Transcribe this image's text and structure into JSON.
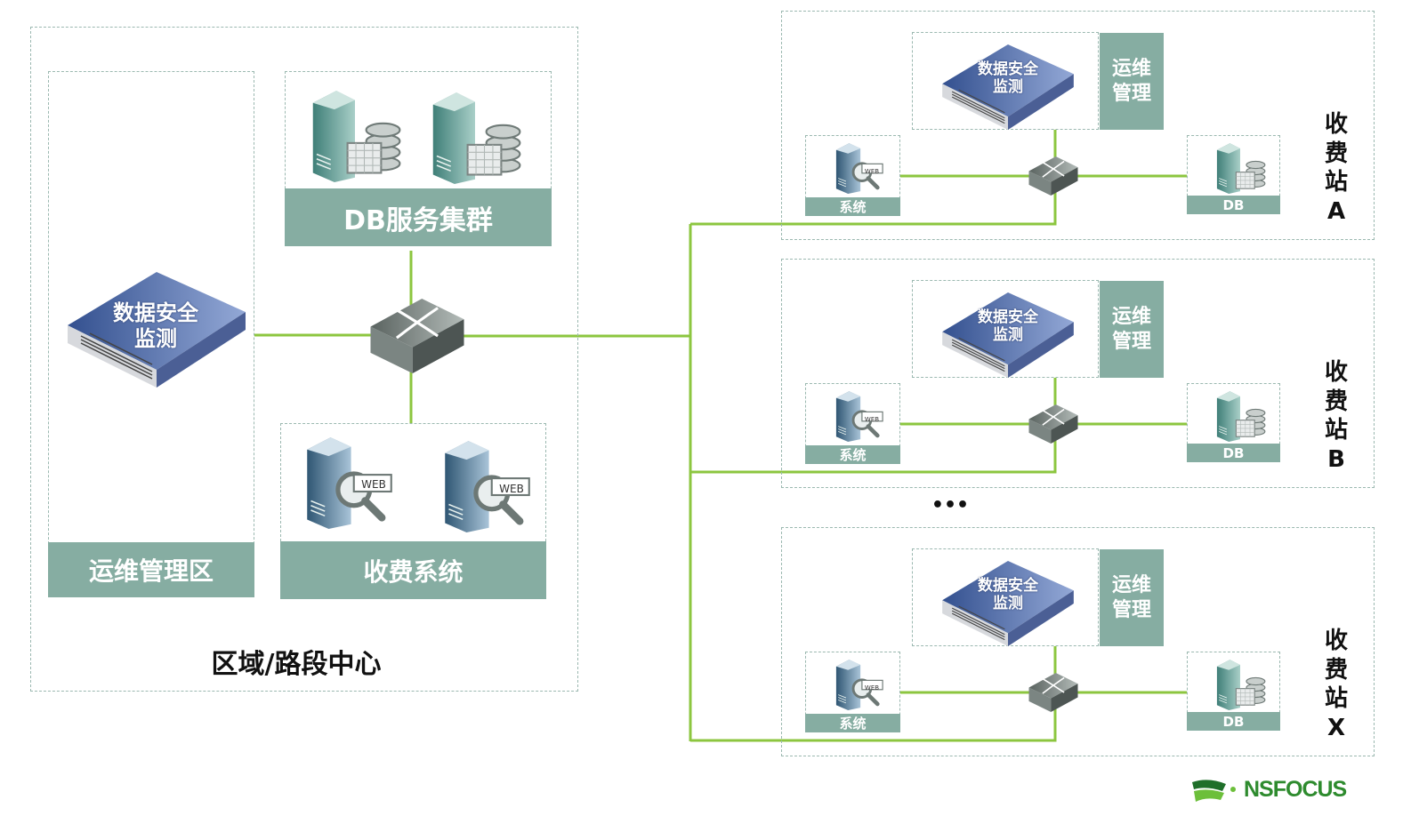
{
  "center": {
    "title": "区域/路段中心",
    "ops_zone_label": "运维管理区",
    "db_cluster_label": "DB服务集群",
    "fee_system_label": "收费系统",
    "monitor_label_line1": "数据安全",
    "monitor_label_line2": "监测",
    "web_icon_text": "WEB"
  },
  "stations": [
    {
      "name_chars": [
        "收",
        "费",
        "站",
        "A"
      ]
    },
    {
      "name_chars": [
        "收",
        "费",
        "站",
        "B"
      ]
    },
    {
      "name_chars": [
        "收",
        "费",
        "站",
        "X"
      ]
    }
  ],
  "station_common": {
    "monitor_label_line1": "数据安全",
    "monitor_label_line2": "监测",
    "ops_label_line1": "运维",
    "ops_label_line2": "管理",
    "web_label": "系统",
    "db_label": "DB",
    "web_icon_text": "WEB"
  },
  "ellipsis": "•••",
  "logo": {
    "text": "NSFOCUS",
    "color": "#2e8b2e"
  },
  "colors": {
    "link": "#8cc63f",
    "label_bg": "#86ada2",
    "monitor": "#4a62a0",
    "border": "#9bb8b0"
  }
}
